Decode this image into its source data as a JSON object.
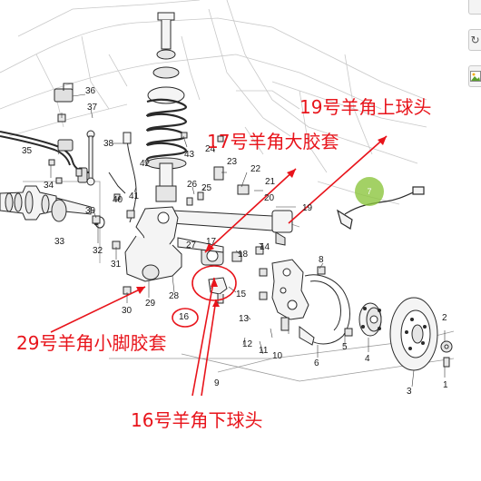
{
  "annotations": {
    "label_19": "19号羊角上球头",
    "label_17": "17号羊角大胶套",
    "label_29": "29号羊角小脚胶套",
    "label_16": "16号羊角下球头"
  },
  "callout_numbers": [
    "1",
    "2",
    "3",
    "4",
    "5",
    "6",
    "7",
    "8",
    "9",
    "10",
    "11",
    "12",
    "13",
    "14",
    "15",
    "16",
    "17",
    "18",
    "19",
    "20",
    "21",
    "22",
    "23",
    "24",
    "25",
    "26",
    "27",
    "28",
    "29",
    "30",
    "31",
    "32",
    "33",
    "34",
    "35",
    "36",
    "37",
    "38",
    "39",
    "40",
    "41",
    "42",
    "43"
  ],
  "marker_badge": "7",
  "colors": {
    "annotation_red": "#e8141b",
    "line_art": "#2a2a2a",
    "background_sketch": "#c8c8c8",
    "marker_green": "#8cc63f"
  }
}
